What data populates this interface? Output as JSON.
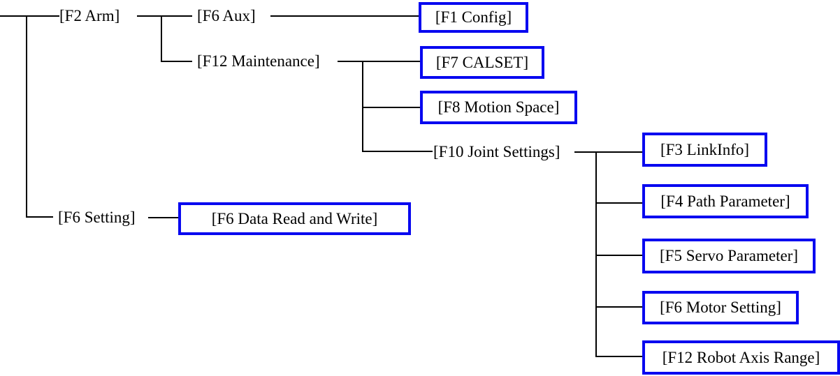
{
  "diagram": {
    "type": "tree",
    "description": "Robot controller menu hierarchy diagram",
    "colors": {
      "background": "#FFFFFF",
      "line": "#000000",
      "text": "#000000",
      "box_border": "#0808F0",
      "box_fill": "#FFFFFF"
    },
    "nodes": {
      "f2-arm": {
        "label": "[F2 Arm]",
        "boxed": false
      },
      "f6-aux": {
        "label": "[F6 Aux]",
        "boxed": false
      },
      "f12-maintenance": {
        "label": "[F12 Maintenance]",
        "boxed": false
      },
      "f10-joint-settings": {
        "label": "[F10 Joint Settings]",
        "boxed": false
      },
      "f6-setting": {
        "label": "[F6 Setting]",
        "boxed": false
      },
      "f1-config": {
        "label": "[F1 Config]",
        "boxed": true
      },
      "f7-calset": {
        "label": "[F7 CALSET]",
        "boxed": true
      },
      "f8-motion-space": {
        "label": "[F8 Motion Space]",
        "boxed": true
      },
      "f3-linkinfo": {
        "label": "[F3 LinkInfo]",
        "boxed": true
      },
      "f4-path-parameter": {
        "label": "[F4 Path Parameter]",
        "boxed": true
      },
      "f5-servo-parameter": {
        "label": "[F5 Servo Parameter]",
        "boxed": true
      },
      "f6-motor-setting": {
        "label": "[F6 Motor Setting]",
        "boxed": true
      },
      "f12-robot-axis-range": {
        "label": "[F12 Robot Axis Range]",
        "boxed": true
      },
      "f6-data-read-and-write": {
        "label": "[F6 Data Read and Write]",
        "boxed": true
      }
    },
    "edges": [
      {
        "from": "root",
        "to": "f2-arm"
      },
      {
        "from": "root",
        "to": "f6-setting"
      },
      {
        "from": "f2-arm",
        "to": "f6-aux"
      },
      {
        "from": "f2-arm",
        "to": "f12-maintenance"
      },
      {
        "from": "f6-aux",
        "to": "f1-config"
      },
      {
        "from": "f12-maintenance",
        "to": "f7-calset"
      },
      {
        "from": "f12-maintenance",
        "to": "f8-motion-space"
      },
      {
        "from": "f12-maintenance",
        "to": "f10-joint-settings"
      },
      {
        "from": "f10-joint-settings",
        "to": "f3-linkinfo"
      },
      {
        "from": "f10-joint-settings",
        "to": "f4-path-parameter"
      },
      {
        "from": "f10-joint-settings",
        "to": "f5-servo-parameter"
      },
      {
        "from": "f10-joint-settings",
        "to": "f6-motor-setting"
      },
      {
        "from": "f10-joint-settings",
        "to": "f12-robot-axis-range"
      },
      {
        "from": "f6-setting",
        "to": "f6-data-read-and-write"
      }
    ]
  }
}
